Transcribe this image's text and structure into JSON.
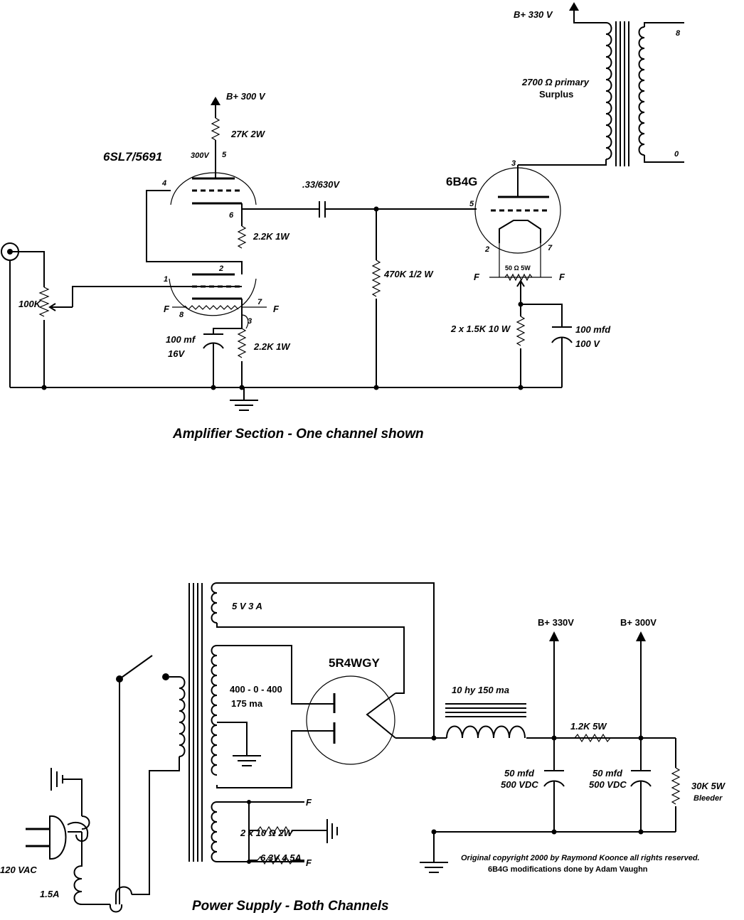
{
  "amp": {
    "title": "Amplifier Section - One channel shown",
    "driver_tube": "6SL7/5691",
    "output_tube": "6B4G",
    "bplus_top": "B+ 300 V",
    "bplus_xfmr": "B+ 330 V",
    "r_plate": "27K 2W",
    "plate_voltage": "300V",
    "pin5": "5",
    "pin4": "4",
    "pin6": "6",
    "pin1": "1",
    "pin2": "2",
    "pin7": "7",
    "pin8": "8",
    "pin3": "3",
    "f": "F",
    "r_load": "2.2K 1W",
    "r_cathode": "2.2K 1W",
    "pot": "100K",
    "cap_bypass": "100 mf",
    "cap_bypass_v": "16V",
    "cap_coupling": ".33/630V",
    "r_grid": "470K 1/2 W",
    "out_pin3": "3",
    "out_pin5": "5",
    "out_pin2": "2",
    "out_pin7": "7",
    "hum_pot": "50 Ω 5W",
    "r_out_cathode": "2 x 1.5K 10 W",
    "cap_out": "100 mfd",
    "cap_out_v": "100 V",
    "xfmr_primary": "2700 Ω primary",
    "xfmr_surplus": "Surplus",
    "tap8": "8",
    "tap0": "0"
  },
  "ps": {
    "title": "Power Supply - Both Channels",
    "rect_tube": "5R4WGY",
    "w_5v": "5 V 3 A",
    "w_hv": "400 - 0 - 400",
    "w_hv_ma": "175 ma",
    "heater_r": "2 x 10 Ω  2W",
    "heater_v": "6.3V  4.5A",
    "f": "F",
    "mains": "120 VAC",
    "fuse": "1.5A",
    "choke": "10 hy  150 ma",
    "bplus330": "B+ 330V",
    "bplus300": "B+ 300V",
    "r_series": "1.2K  5W",
    "cap1": "50 mfd",
    "cap1_v": "500 VDC",
    "cap2": "50 mfd",
    "cap2_v": "500 VDC",
    "bleeder": "30K  5W",
    "bleeder_lbl": "Bleeder",
    "copyright": "Original  copyright 2000 by Raymond Koonce all rights reserved.",
    "mods": "6B4G modifications done by Adam Vaughn"
  }
}
